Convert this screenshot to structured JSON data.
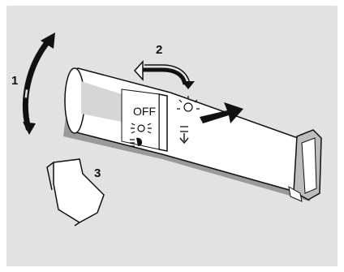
{
  "callouts": {
    "one": "1",
    "two": "2",
    "three": "3"
  },
  "switch": {
    "off_label": "OFF"
  },
  "icons": {
    "parking": "parking-lights-icon",
    "headlight": "headlight-icon",
    "high_beam": "high-beam-icon",
    "flash_to_pass": "flash-to-pass-icon"
  },
  "colors": {
    "background": "#e2e2e2",
    "stalk_fill": "#ffffff",
    "stalk_shadow": "#9a9a9a",
    "ink": "#111111"
  }
}
